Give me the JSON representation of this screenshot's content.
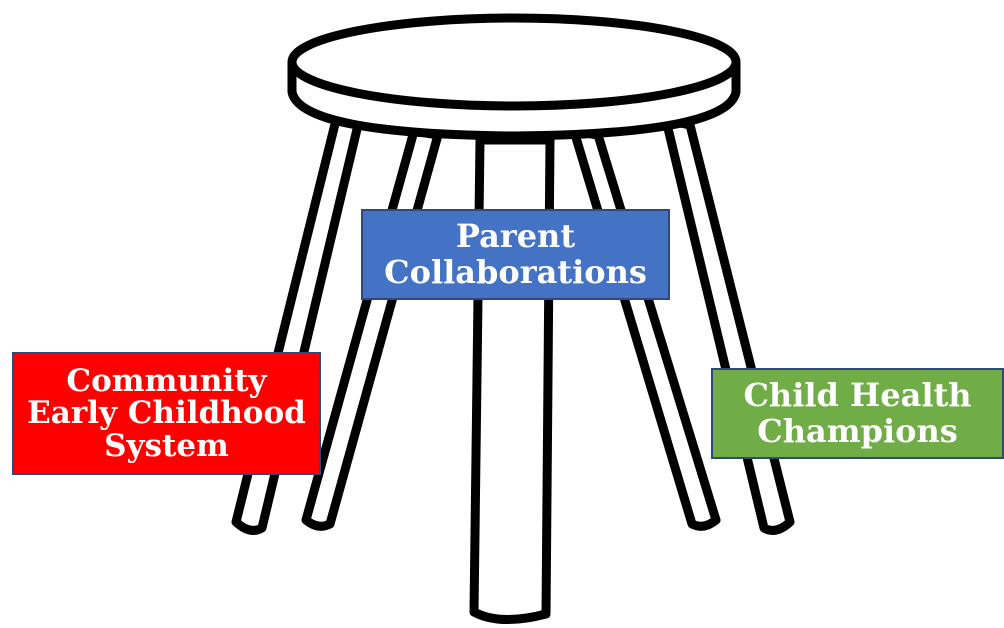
{
  "diagram": {
    "labels": {
      "parent": [
        "Parent",
        "Collaborations"
      ],
      "community": [
        "Community",
        "Early Childhood",
        "System"
      ],
      "child": [
        "Child Health",
        "Champions"
      ]
    },
    "colors": {
      "parent_fill": "#4472c4",
      "community_fill": "#ff0000",
      "child_fill": "#70ad47",
      "box_border": "#2f4a7a",
      "stool_outline": "#000000",
      "stool_fill": "#ffffff"
    }
  }
}
